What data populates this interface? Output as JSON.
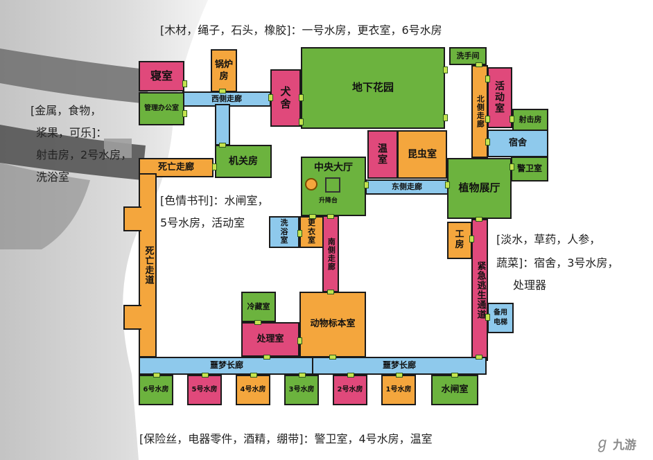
{
  "notes": {
    "top": "[木材，绳子，石头，橡胶]：一号水房，更衣室，6号水房",
    "left_1": "[金属，食物，",
    "left_2": "浆果，可乐]：",
    "left_3": "射击房，2号水房，",
    "left_4": "洗浴室",
    "middle_1": "[色情书刊]：水闸室，",
    "middle_2": "5号水房，活动室",
    "right_1": "[淡水，草药，人参，",
    "right_2": "蔬菜]：宿舍，3号水房，",
    "right_3": "处理器",
    "bottom": "[保险丝，电器零件，酒精，绷带]：警卫室，4号水房，温室"
  },
  "rooms": {
    "bedroom": "寝室",
    "boiler": "锅炉房",
    "admin": "管理办公室",
    "west_corridor": "西侧走廊",
    "kennel": "犬舍",
    "underground_garden": "地下花园",
    "washroom": "洗手间",
    "north_corridor": "北侧走廊",
    "activity": "活动室",
    "shooting": "射击房",
    "dormitory": "宿舍",
    "guard": "警卫室",
    "machine_room": "机关房",
    "death_corridor_h": "死亡走廊",
    "death_corridor_v": "死亡走道",
    "central_hall": "中央大厅",
    "lift_platform": "升降台",
    "greenhouse": "温室",
    "insect_room": "昆虫室",
    "east_corridor": "东侧走廊",
    "plant_hall": "植物展厅",
    "bathroom": "洗浴室",
    "changing_room": "更衣室",
    "south_corridor": "南侧走廊",
    "workshop": "工房",
    "emergency_passage": "紧急逃生通道",
    "spare_elevator": "备用电梯",
    "cold_storage": "冷藏室",
    "processing": "处理室",
    "specimen_room": "动物标本室",
    "nightmare_left": "噩梦长廊",
    "nightmare_right": "噩梦长廊",
    "water6": "6号水房",
    "water5": "5号水房",
    "water4": "4号水房",
    "water3": "3号水房",
    "water2": "2号水房",
    "water1": "1号水房",
    "sluice": "水闸室"
  },
  "colors": {
    "green": "#6cb33e",
    "pink": "#e0497b",
    "orange": "#f4a63d",
    "blue": "#8ec9ec",
    "door": "#c5e34f"
  },
  "watermark": "九游"
}
